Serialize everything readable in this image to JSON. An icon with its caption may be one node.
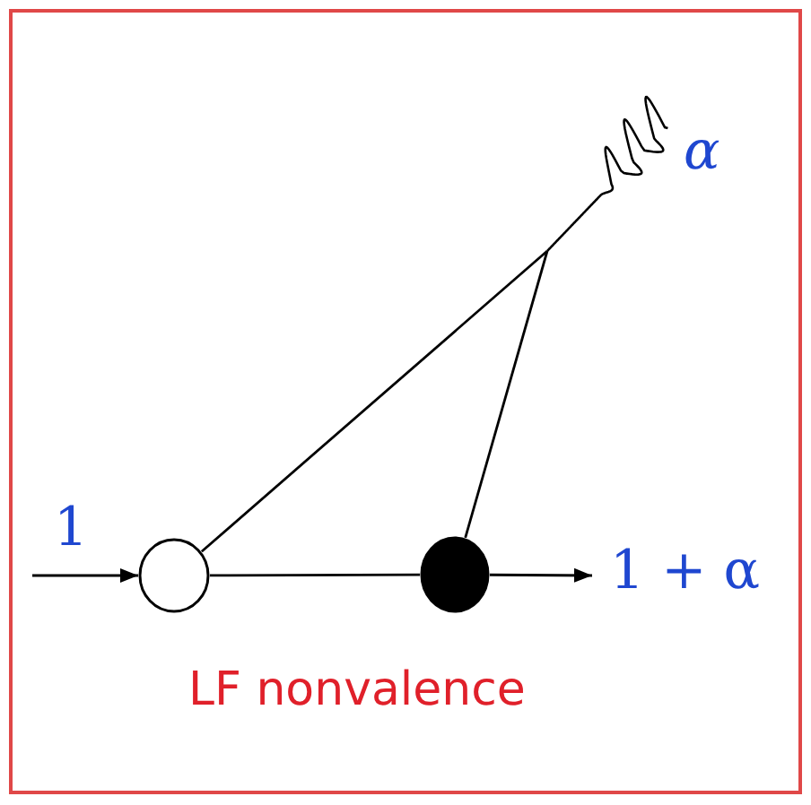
{
  "diagram": {
    "caption": "LF nonvalence",
    "nodes": [
      {
        "text": [],
        "shape": "circle"
      },
      {
        "text": [],
        "shape": "circle"
      },
      {
        "text": [],
        "shape": "spring",
        "beside": [
          "α"
        ]
      }
    ],
    "edges": [
      {
        "from": null,
        "to": 0,
        "arrow": "to",
        "label": "1"
      },
      {
        "from": 0,
        "to": 1,
        "arrow": "none"
      },
      {
        "from": 1,
        "to": null,
        "arrow": "to",
        "label": "1 + α"
      },
      {
        "from": 0,
        "to": 2,
        "arrow": "none"
      },
      {
        "from": 1,
        "to": 2,
        "arrow": "none"
      }
    ]
  }
}
